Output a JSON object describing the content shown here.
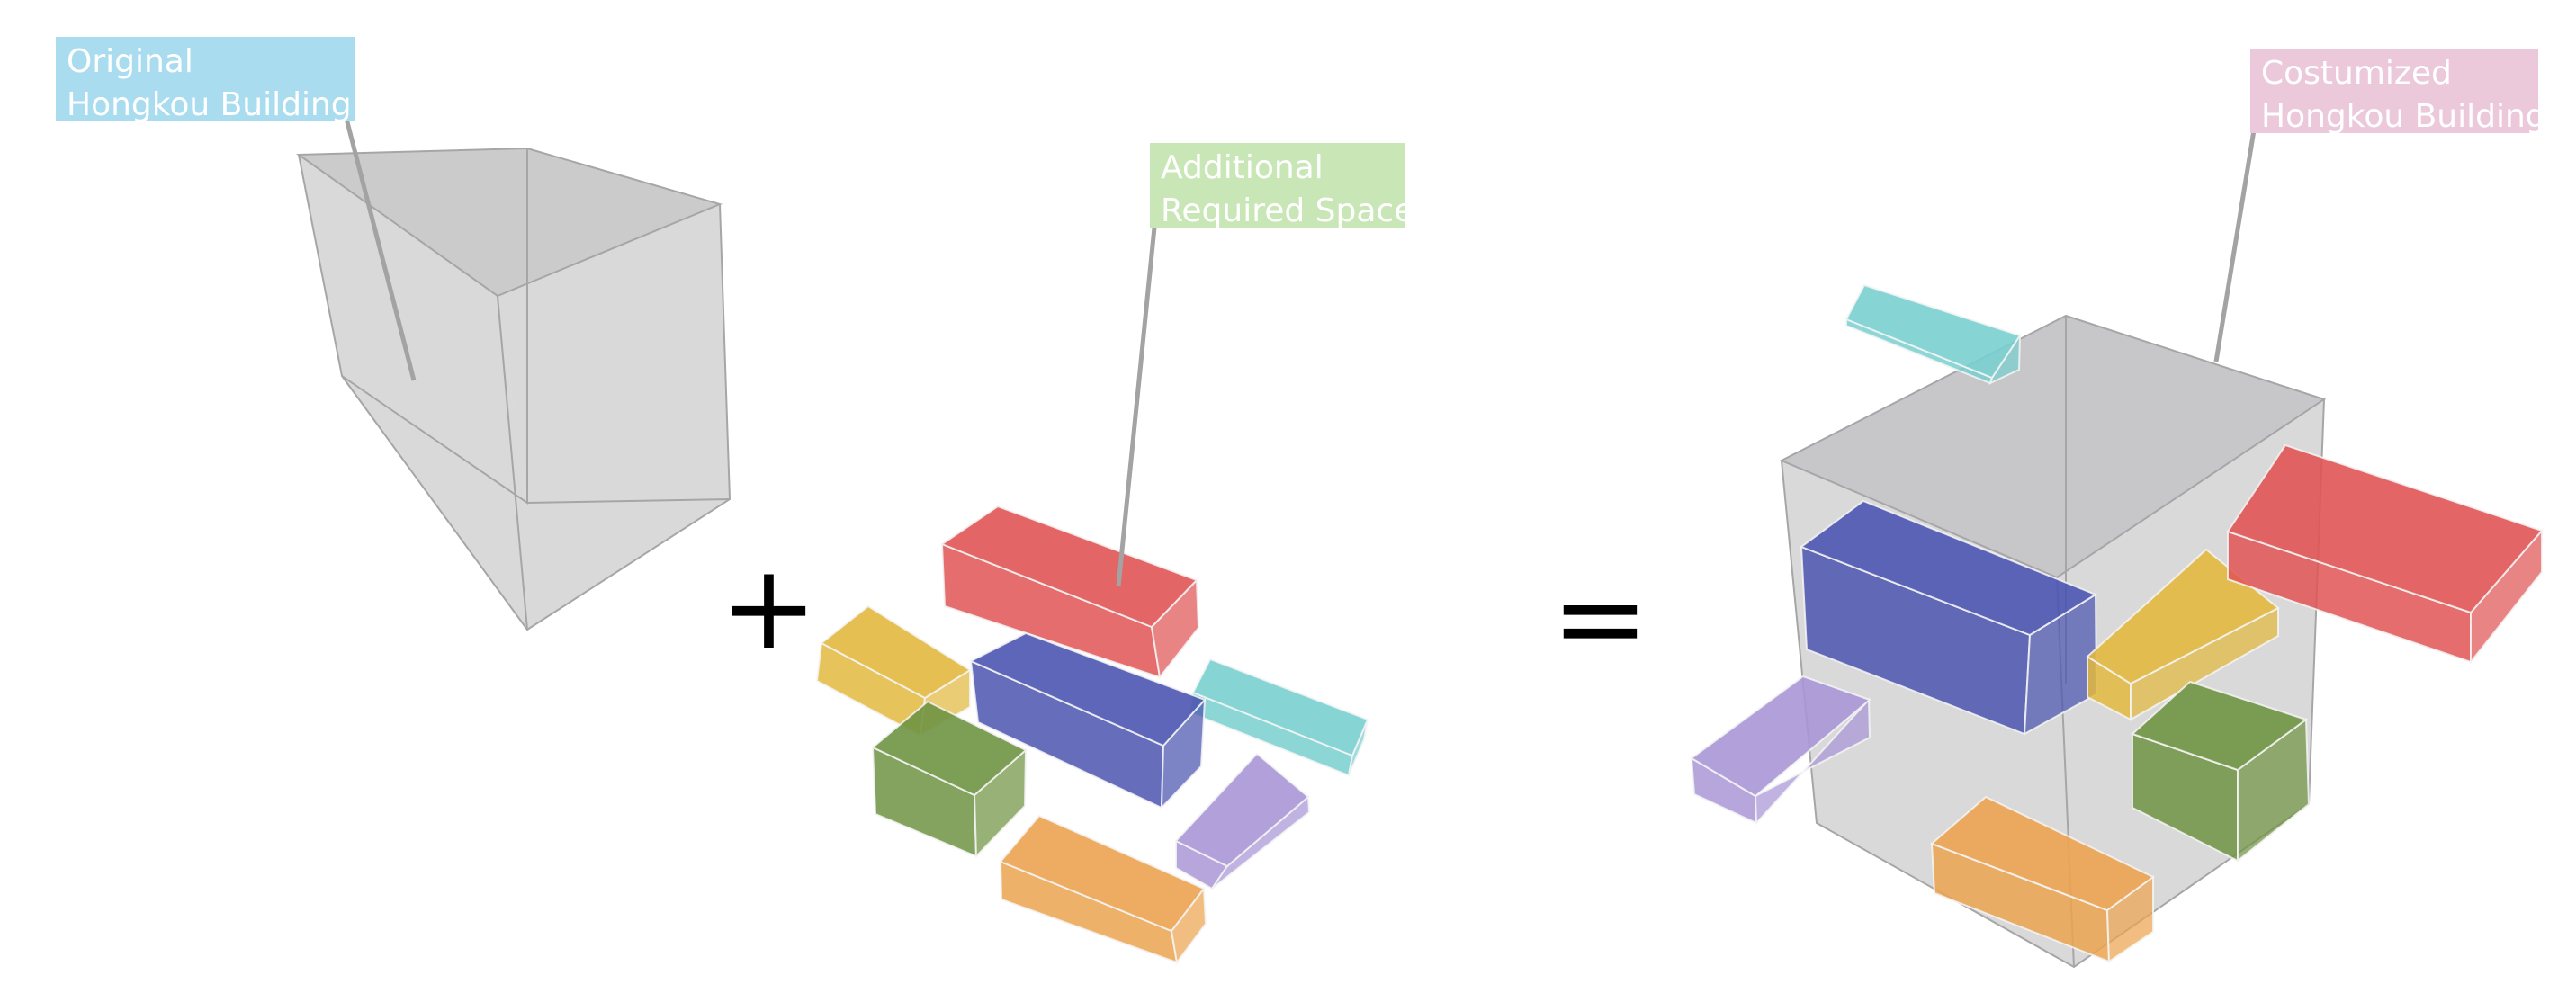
{
  "labels": {
    "original": {
      "line1": "Original",
      "line2": "Hongkou Building",
      "color": "#a9dcee"
    },
    "additional": {
      "line1": "Additional",
      "line2": "Required Space",
      "color": "#c9e6b6"
    },
    "customized": {
      "line1": "Costumized",
      "line2": "Hongkou Building",
      "color": "#ebc8da"
    }
  },
  "operators": {
    "plus": "+",
    "equals": "="
  },
  "colors": {
    "building": "#b9b9bb",
    "red": "#e05454",
    "yellow": "#e2b83e",
    "blue": "#4b55b0",
    "cyan": "#79cfcf",
    "olive": "#6f9343",
    "purple": "#a996d6",
    "orange": "#eba350"
  }
}
